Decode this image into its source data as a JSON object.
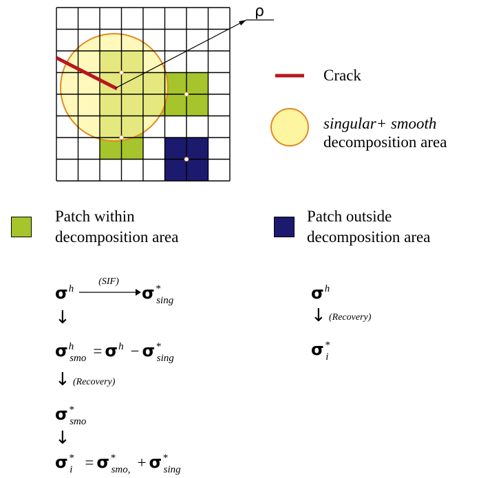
{
  "diagram": {
    "rho_label": "ρ",
    "grid": {
      "rows": 8,
      "cols": 8
    },
    "colors": {
      "green_patch": "#a6c42b",
      "blue_patch": "#1c1a6e",
      "circle_fill": "#fdf5a0",
      "circle_stroke": "#e08a22",
      "crack": "#b8161e",
      "grid_line": "#000000"
    }
  },
  "legend": {
    "crack_label": "Crack",
    "area_label_italic": "singular+ smooth",
    "area_label_line2": "decomposition area"
  },
  "patch_within": {
    "line1": "Patch within",
    "line2": "decomposition area"
  },
  "patch_outside": {
    "line1": "Patch outside",
    "line2": "decomposition area"
  },
  "math_left": {
    "sigma": "σ",
    "h": "h",
    "sif": "(SIF)",
    "star": "*",
    "sing": "sing",
    "smo": "smo",
    "smo_i": "smo",
    "i": "i",
    "recovery": "(Recovery)",
    "equals": "=",
    "minus": "−",
    "plus": "+",
    "down_arrow": "↓"
  },
  "math_right": {
    "sigma": "σ",
    "h": "h",
    "recovery": "(Recovery)",
    "star": "*",
    "i": "i",
    "down_arrow": "↓"
  }
}
